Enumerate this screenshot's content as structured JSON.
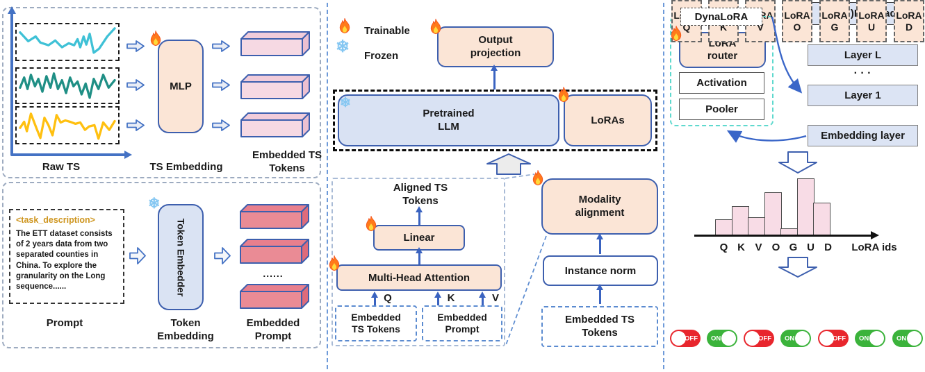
{
  "legend": {
    "trainable": "Trainable",
    "frozen": "Frozen",
    "snowflake_glyph": "❄"
  },
  "left_top": {
    "raw_ts_label": "Raw TS",
    "mlp": "MLP",
    "stage_label": "TS Embedding",
    "output_label": "Embedded TS Tokens"
  },
  "left_bottom": {
    "task_tag": "<task_description>",
    "task_body": "The ETT dataset consists of 2 years data from two separated counties in China. To explore the granularity on the Long sequence......",
    "prompt_label": "Prompt",
    "embedder": "Token Embedder",
    "stage_label": "Token Embedding",
    "output_label": "Embedded Prompt",
    "dots": "......"
  },
  "middle": {
    "output_projection": "Output projection",
    "pretrained_llm": "Pretrained LLM",
    "loras": "LoRAs",
    "aligned_ts_tokens": "Aligned TS Tokens",
    "linear": "Linear",
    "multi_head_attention": "Multi-Head Attention",
    "q": "Q",
    "k": "K",
    "v": "V",
    "embedded_ts_tokens": "Embedded TS Tokens",
    "embedded_prompt": "Embedded Prompt",
    "modality_alignment": "Modality alignment",
    "instance_norm": "Instance norm",
    "embedded_ts_tokens_2": "Embedded TS Tokens"
  },
  "right": {
    "dynalora": "DynaLoRA",
    "lora_router": "LoRA router",
    "activation": "Activation",
    "pooler": "Pooler",
    "lm_head": "(C/M)LM head",
    "layer_l": "Layer L",
    "layers_dots": "· · ·",
    "layer_1": "Layer 1",
    "embedding_layer": "Embedding layer",
    "lora_units": [
      {
        "name": "LoRA",
        "id": "Q",
        "state": "OFF"
      },
      {
        "name": "LoRA",
        "id": "K",
        "state": "ON"
      },
      {
        "name": "LoRA",
        "id": "V",
        "state": "OFF"
      },
      {
        "name": "LoRA",
        "id": "O",
        "state": "ON"
      },
      {
        "name": "LoRA",
        "id": "G",
        "state": "OFF"
      },
      {
        "name": "LoRA",
        "id": "U",
        "state": "ON"
      },
      {
        "name": "LoRA",
        "id": "D",
        "state": "ON"
      }
    ]
  },
  "chart_data": {
    "type": "bar",
    "categories": [
      "Q",
      "K",
      "V",
      "O",
      "G",
      "U",
      "D"
    ],
    "values": [
      23,
      42,
      26,
      62,
      10,
      82,
      47
    ],
    "ylim": [
      0,
      90
    ],
    "xlabel": "LoRA ids",
    "grid": false,
    "bar_color": "#F8DCE6"
  },
  "colors": {
    "accent_blue": "#3D5FAE",
    "arrow_blue": "#4472C4",
    "peach_fill": "#FBE5D6",
    "llm_fill": "#D9E2F3",
    "layer_fill": "#DCE4F4",
    "pink_cube": "#F6D9E3",
    "red_cube": "#EA8B95",
    "toggle_on": "#3BB33B",
    "toggle_off": "#E8262D",
    "cyan_dash": "#5FD9CE",
    "task_tag_color": "#CE951E",
    "series": [
      "#3FC1D6",
      "#1F8F85",
      "#FFC010"
    ]
  }
}
